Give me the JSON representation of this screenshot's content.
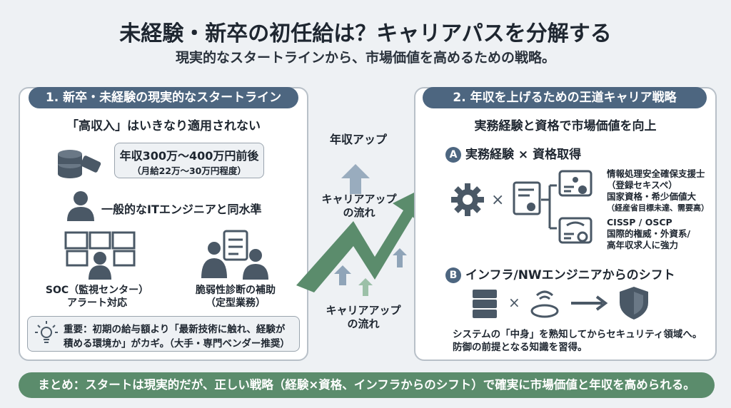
{
  "header": {
    "title": "未経験・新卒の初任給は？キャリアパスを分解する",
    "subtitle": "現実的なスタートラインから、市場価値を高めるための戦略。"
  },
  "left": {
    "heading": "1. 新卒・未経験の現実的なスタートライン",
    "lead": "「高収入」はいきなり適用されない",
    "salary": "年収300万〜400万円前後",
    "salary_sub": "（月給22万〜30万円程度）",
    "equal": "一般的なITエンジニアと同水準",
    "soc_1": "SOC（監視センター）",
    "soc_2": "アラート対応",
    "vuln_1": "脆弱性診断の補助",
    "vuln_2": "（定型業務）",
    "tip_1": "重要：初期の給与額より「最新技術に触れ、経験が",
    "tip_2": "積める環境か」がカギ。（大手・専門ベンダー推奨）"
  },
  "middle": {
    "up": "年収アップ",
    "flow1_1": "キャリアアップ",
    "flow1_2": "の流れ",
    "flow2_1": "キャリアアップ",
    "flow2_2": "の流れ"
  },
  "right": {
    "heading": "2. 年収を上げるための王道キャリア戦略",
    "lead": "実務経験と資格で市場価値を向上",
    "a_badge": "A",
    "a_title": "実務経験 × 資格取得",
    "times": "×",
    "cert1": [
      "情報処理安全確保支援士",
      "（登録セキスペ）",
      "国家資格・希少価値大",
      "（経産省目標未達、需要高）"
    ],
    "cert2": [
      "CISSP / OSCP",
      "国際的権威・外資系/",
      "高年収求人に強力"
    ],
    "b_badge": "B",
    "b_title": "インフラ/NWエンジニアからのシフト",
    "b_text_1": "システムの「中身」を熟知してからセキュリティ領域へ。",
    "b_text_2": "防御の前提となる知識を習得。"
  },
  "summary": "まとめ：スタートは現実的だが、正しい戦略（経験×資格、インフラからのシフト）で確実に市場価値と年収を高められる。",
  "colors": {
    "accent": "#4d6680",
    "green": "#5b8c6c",
    "bg": "#eef1f4"
  }
}
